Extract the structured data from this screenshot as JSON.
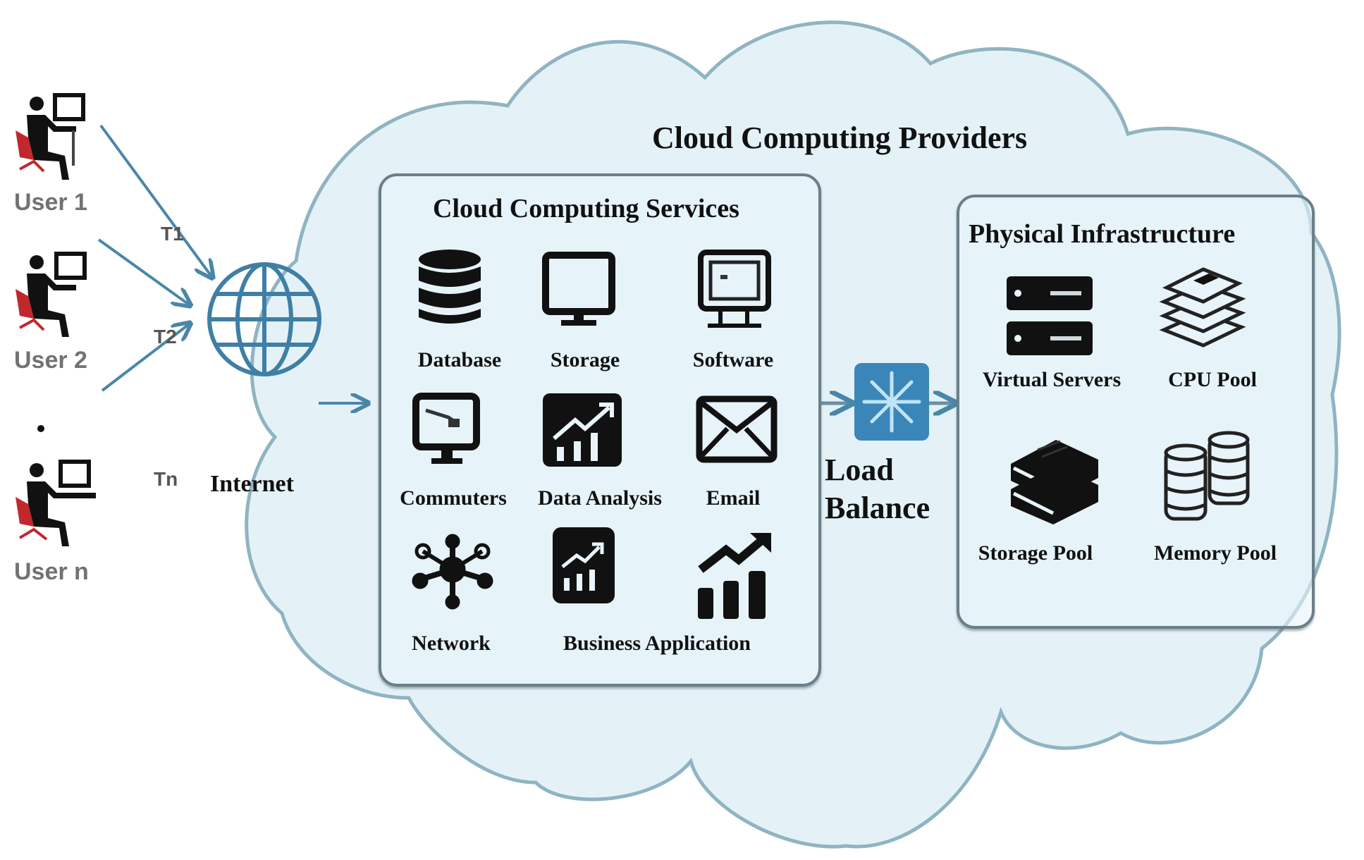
{
  "colors": {
    "cloud_fill": "#e4f2f8",
    "cloud_stroke": "#8fb4c2",
    "arrow": "#4a86a8",
    "load_balancer": "#3b86b8",
    "user_chair": "#c0282e",
    "panel_border": "#6b7f88"
  },
  "users": [
    {
      "label": "User 1",
      "link_label": "T1"
    },
    {
      "label": "User 2",
      "link_label": "T2"
    },
    {
      "label": "User n",
      "link_label": "Tn"
    }
  ],
  "ellipsis": "·",
  "internet": {
    "label": "Internet",
    "icon": "globe-icon"
  },
  "cloud": {
    "title": "Cloud Computing Providers"
  },
  "services_panel": {
    "title": "Cloud Computing Services",
    "items": [
      {
        "label": "Database",
        "icon": "database-icon"
      },
      {
        "label": "Storage",
        "icon": "monitor-icon"
      },
      {
        "label": "Software",
        "icon": "desktop-software-icon"
      },
      {
        "label": "Commuters",
        "icon": "computer-screen-icon"
      },
      {
        "label": "Data Analysis",
        "icon": "growth-chart-icon"
      },
      {
        "label": "Email",
        "icon": "envelope-icon"
      },
      {
        "label": "Network",
        "icon": "network-hub-icon"
      },
      {
        "label": "Business Application",
        "icon": "report-chart-icon"
      }
    ]
  },
  "load_balancer": {
    "label_line1": "Load",
    "label_line2": "Balance",
    "icon": "load-balancer-icon"
  },
  "infrastructure_panel": {
    "title": "Physical Infrastructure",
    "items": [
      {
        "label": "Virtual Servers",
        "icon": "server-rack-icon"
      },
      {
        "label": "CPU Pool",
        "icon": "cpu-stack-icon"
      },
      {
        "label": "Storage Pool",
        "icon": "storage-drives-icon"
      },
      {
        "label": "Memory Pool",
        "icon": "memory-coins-icon"
      }
    ]
  }
}
